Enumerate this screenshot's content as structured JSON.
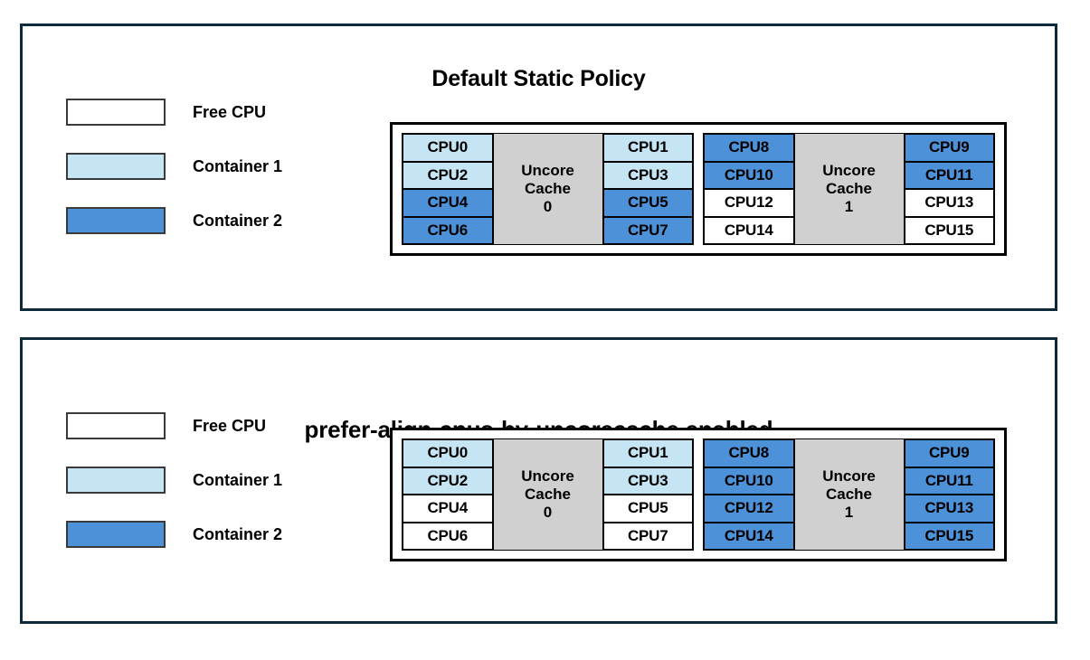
{
  "panels": [
    {
      "id": "default-static-policy",
      "title": "Default Static Policy",
      "legend": [
        {
          "label": "Free CPU",
          "fill": "#ffffff",
          "key": "free"
        },
        {
          "label": "Container 1",
          "fill": "#c5e5f5",
          "key": "c1"
        },
        {
          "label": "Container 2",
          "fill": "#4d91d8",
          "key": "c2"
        }
      ],
      "cache_groups": [
        {
          "cache_label_line1": "Uncore",
          "cache_label_line2": "Cache",
          "cache_label_line3": "0",
          "left_column": [
            {
              "label": "CPU0",
              "fill": "c1"
            },
            {
              "label": "CPU2",
              "fill": "c1"
            },
            {
              "label": "CPU4",
              "fill": "c2"
            },
            {
              "label": "CPU6",
              "fill": "c2"
            }
          ],
          "right_column": [
            {
              "label": "CPU1",
              "fill": "c1"
            },
            {
              "label": "CPU3",
              "fill": "c1"
            },
            {
              "label": "CPU5",
              "fill": "c2"
            },
            {
              "label": "CPU7",
              "fill": "c2"
            }
          ]
        },
        {
          "cache_label_line1": "Uncore",
          "cache_label_line2": "Cache",
          "cache_label_line3": "1",
          "left_column": [
            {
              "label": "CPU8",
              "fill": "c2"
            },
            {
              "label": "CPU10",
              "fill": "c2"
            },
            {
              "label": "CPU12",
              "fill": "free"
            },
            {
              "label": "CPU14",
              "fill": "free"
            }
          ],
          "right_column": [
            {
              "label": "CPU9",
              "fill": "c2"
            },
            {
              "label": "CPU11",
              "fill": "c2"
            },
            {
              "label": "CPU13",
              "fill": "free"
            },
            {
              "label": "CPU15",
              "fill": "free"
            }
          ]
        }
      ]
    },
    {
      "id": "prefer-align-cpus-by-uncorecache-enabled",
      "title": "prefer-align-cpus-by-uncorecache enabled",
      "legend": [
        {
          "label": "Free CPU",
          "fill": "#ffffff",
          "key": "free"
        },
        {
          "label": "Container 1",
          "fill": "#c5e5f5",
          "key": "c1"
        },
        {
          "label": "Container 2",
          "fill": "#4d91d8",
          "key": "c2"
        }
      ],
      "cache_groups": [
        {
          "cache_label_line1": "Uncore",
          "cache_label_line2": "Cache",
          "cache_label_line3": "0",
          "left_column": [
            {
              "label": "CPU0",
              "fill": "c1"
            },
            {
              "label": "CPU2",
              "fill": "c1"
            },
            {
              "label": "CPU4",
              "fill": "free"
            },
            {
              "label": "CPU6",
              "fill": "free"
            }
          ],
          "right_column": [
            {
              "label": "CPU1",
              "fill": "c1"
            },
            {
              "label": "CPU3",
              "fill": "c1"
            },
            {
              "label": "CPU5",
              "fill": "free"
            },
            {
              "label": "CPU7",
              "fill": "free"
            }
          ]
        },
        {
          "cache_label_line1": "Uncore",
          "cache_label_line2": "Cache",
          "cache_label_line3": "1",
          "left_column": [
            {
              "label": "CPU8",
              "fill": "c2"
            },
            {
              "label": "CPU10",
              "fill": "c2"
            },
            {
              "label": "CPU12",
              "fill": "c2"
            },
            {
              "label": "CPU14",
              "fill": "c2"
            }
          ],
          "right_column": [
            {
              "label": "CPU9",
              "fill": "c2"
            },
            {
              "label": "CPU11",
              "fill": "c2"
            },
            {
              "label": "CPU13",
              "fill": "c2"
            },
            {
              "label": "CPU15",
              "fill": "c2"
            }
          ]
        }
      ]
    }
  ],
  "colors": {
    "free_cpu": "#ffffff",
    "container_1": "#c5e5f5",
    "container_2": "#4d91d8",
    "uncore_cache": "#d0d0d0",
    "panel_border": "#0d2a3a",
    "cell_border": "#000000"
  }
}
